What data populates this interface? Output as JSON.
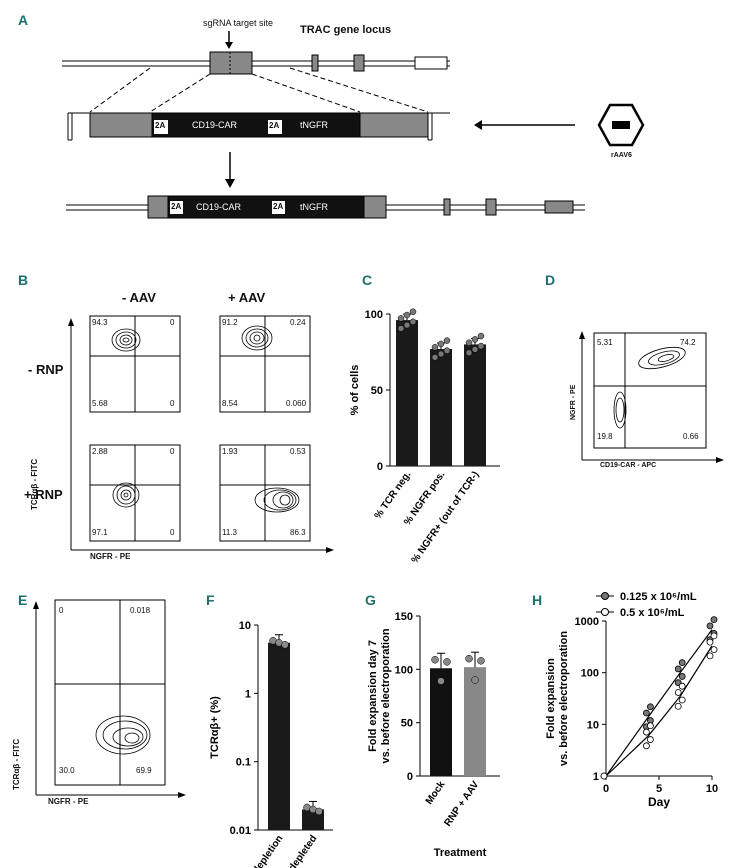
{
  "panels": {
    "A": {
      "letter": "A",
      "sgrna_label": "sgRNA target site",
      "locus_label": "TRAC gene locus",
      "twoA": "2A",
      "car": "CD19-CAR",
      "tngfr": "tNGFR",
      "raav": "rAAV6"
    },
    "B": {
      "letter": "B",
      "col_minus": "- AAV",
      "col_plus": "+ AAV",
      "row_minus": "- RNP",
      "row_plus": "+ RNP",
      "ylabel": "TCRαβ - FITC",
      "xlabel": "NGFR - PE",
      "plots": [
        {
          "ul": "94.3",
          "ur": "0",
          "ll": "5.68",
          "lr": "0"
        },
        {
          "ul": "91.2",
          "ur": "0.24",
          "ll": "8.54",
          "lr": "0.060"
        },
        {
          "ul": "2.88",
          "ur": "0",
          "ll": "97.1",
          "lr": "0"
        },
        {
          "ul": "1.93",
          "ur": "0.53",
          "ll": "11.3",
          "lr": "86.3"
        }
      ]
    },
    "C": {
      "letter": "C"
    },
    "D": {
      "letter": "D",
      "ylabel": "NGFR - PE",
      "xlabel": "CD19-CAR - APC",
      "ul": "5.31",
      "ur": "74.2",
      "ll": "19.8",
      "lr": "0.66"
    },
    "E": {
      "letter": "E",
      "ylabel": "TCRαβ - FITC",
      "xlabel": "NGFR - PE",
      "ul": "0",
      "ur": "0.018",
      "ll": "30.0",
      "lr": "69.9"
    },
    "F": {
      "letter": "F"
    },
    "G": {
      "letter": "G"
    },
    "H": {
      "letter": "H"
    }
  },
  "chart_data": [
    {
      "panel": "C",
      "type": "bar",
      "categories": [
        "% TCR neg.",
        "% NGFR pos.",
        "% NGFR+ (out of TCR-)"
      ],
      "values": [
        96,
        77,
        80
      ],
      "ylabel": "% of cells",
      "ylim": [
        0,
        100
      ],
      "yticks": [
        "0",
        "50",
        "100"
      ]
    },
    {
      "panel": "F",
      "type": "bar",
      "categories": [
        "Before depletion",
        "TCRαβ depleted"
      ],
      "values": [
        5.5,
        0.02
      ],
      "ylabel": "TCRαβ+ (%)",
      "yscale": "log",
      "ylim": [
        0.01,
        10
      ],
      "yticks": [
        "10",
        "1",
        "0.1",
        "0.01"
      ]
    },
    {
      "panel": "G",
      "type": "bar",
      "categories": [
        "Mock",
        "RNP + AAV"
      ],
      "values": [
        101,
        102
      ],
      "ylabel": "Fold expansion day 7 vs. before electroporation",
      "xlabel": "Treatment",
      "ylim": [
        0,
        150
      ],
      "yticks": [
        "150",
        "100",
        "50",
        "0"
      ]
    },
    {
      "panel": "H",
      "type": "line",
      "ylabel": "Fold expansion vs. before electroporation",
      "xlabel": "Day",
      "yscale": "log",
      "ylim": [
        1,
        1000
      ],
      "xlim": [
        0,
        10
      ],
      "xticks": [
        "0",
        "5",
        "10"
      ],
      "yticks": [
        "1000",
        "100",
        "10",
        "1"
      ],
      "series": [
        {
          "name": "0.125 x 10⁶/mL",
          "x": [
            0,
            4,
            7,
            10
          ],
          "y": [
            1,
            14,
            100,
            680
          ]
        },
        {
          "name": "0.5 x 10⁶/mL",
          "x": [
            0,
            4,
            7,
            10
          ],
          "y": [
            1,
            6,
            35,
            330
          ]
        }
      ]
    }
  ]
}
